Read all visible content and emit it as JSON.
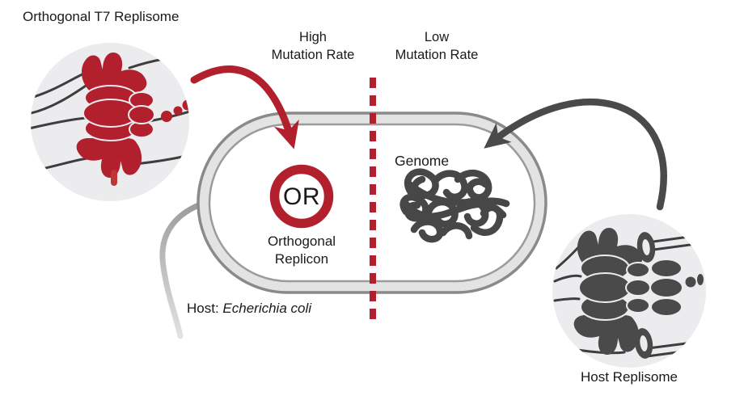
{
  "figure": {
    "title": "Orthogonal T7 Replisome",
    "high_column": {
      "line1": "High",
      "line2": "Mutation Rate"
    },
    "low_column": {
      "line1": "Low",
      "line2": "Mutation Rate"
    },
    "cell": {
      "or_badge": "OR",
      "replicon_line1": "Orthogonal",
      "replicon_line2": "Replicon",
      "genome_label": "Genome",
      "host_prefix": "Host: ",
      "host_species": "Echerichia coli"
    },
    "host_replisome_label": "Host Replisome",
    "colors": {
      "accent_red": "#B2202D",
      "dark_gray": "#4A4A4A",
      "dna_line_gray": "#3E3E3E",
      "membrane_edge_gray": "#8A8A8A",
      "membrane_band_gray": "#E3E3E3",
      "inset_background": "#ECECEE",
      "text_black": "#1A1A1A"
    }
  }
}
